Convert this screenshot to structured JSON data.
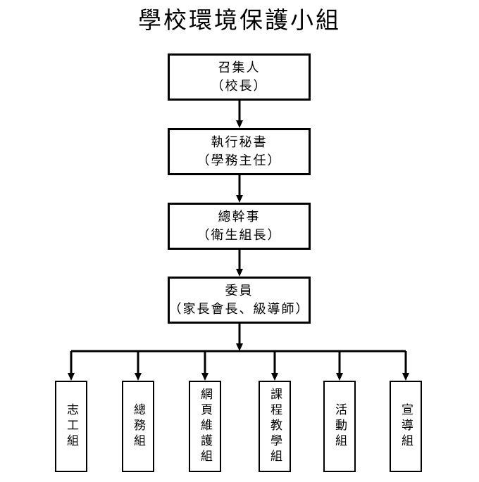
{
  "title": "學校環境保護小組",
  "hierarchy": [
    {
      "role": "召集人",
      "holder": "（校長）"
    },
    {
      "role": "執行秘書",
      "holder": "（學務主任）"
    },
    {
      "role": "總幹事",
      "holder": "（衛生組長）"
    },
    {
      "role": "委員",
      "holder": "（家長會長、級導師）"
    }
  ],
  "groups": [
    "志工組",
    "總務組",
    "網頁維護組",
    "課程教學組",
    "活動組",
    "宣導組"
  ],
  "colors": {
    "line": "#000000",
    "box_fill": "#ffffff",
    "background": "#ffffff"
  }
}
